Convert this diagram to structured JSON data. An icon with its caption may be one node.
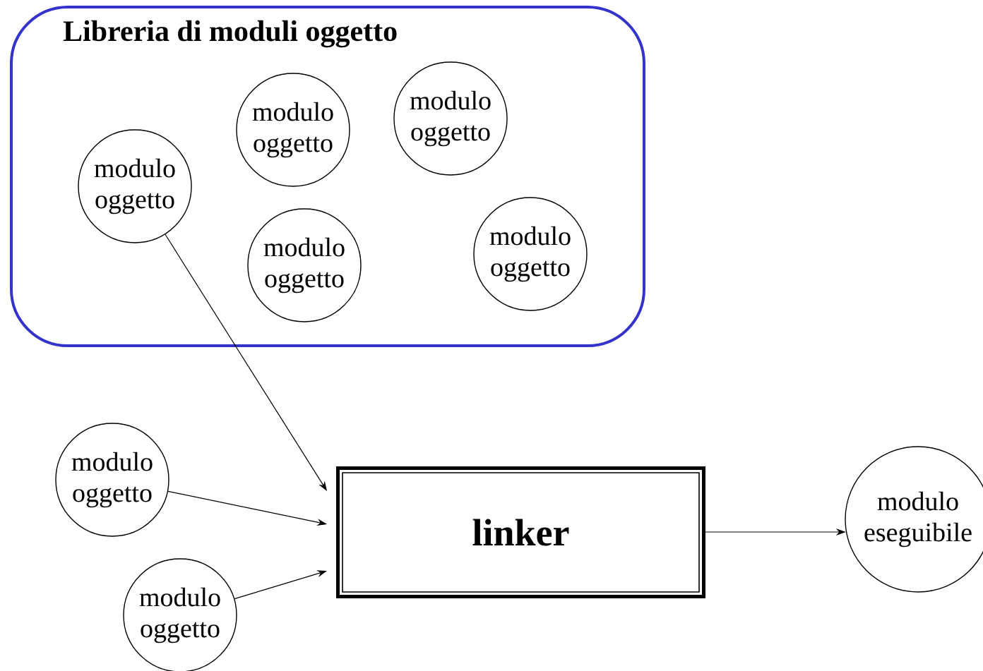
{
  "diagram": {
    "nodes": [
      {
        "text": [
          "Libreria di moduli oggetto"
        ]
      },
      {
        "text": [
          "modulo oggetto"
        ],
        "in": 0
      },
      {
        "text": [
          "modulo oggetto"
        ],
        "in": 0
      },
      {
        "text": [
          "modulo oggetto"
        ],
        "in": 0
      },
      {
        "text": [
          "modulo oggetto"
        ],
        "in": 0
      },
      {
        "text": [
          "modulo oggetto"
        ],
        "in": 0
      },
      {
        "text": [
          "modulo oggetto"
        ]
      },
      {
        "text": [
          "modulo oggetto"
        ]
      },
      {
        "text": [
          "linker"
        ]
      },
      {
        "text": [
          "modulo eseguibile"
        ]
      }
    ],
    "edges": [
      {
        "from": 3,
        "to": 8,
        "arrow": "to"
      },
      {
        "from": 6,
        "to": 8,
        "arrow": "to"
      },
      {
        "from": 7,
        "to": 8,
        "arrow": "to"
      },
      {
        "from": 8,
        "to": 9,
        "arrow": "to"
      }
    ]
  }
}
